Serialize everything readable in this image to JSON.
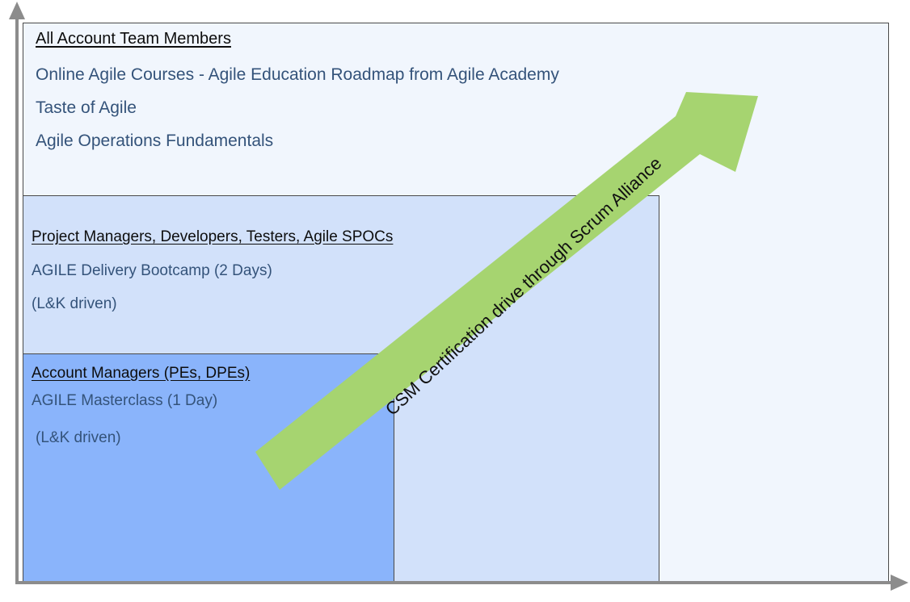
{
  "all_members": {
    "heading": "All Account Team Members",
    "items": [
      "Online Agile Courses - Agile Education Roadmap from Agile Academy",
      "Taste of Agile",
      "Agile Operations Fundamentals"
    ]
  },
  "project_team": {
    "heading": "Project Managers, Developers, Testers, Agile SPOCs",
    "items": [
      "AGILE Delivery Bootcamp  (2 Days)",
      "(L&K driven)"
    ]
  },
  "account_managers": {
    "heading": "Account Managers (PEs, DPEs)",
    "items": [
      "AGILE  Masterclass  (1 Day)",
      "(L&K driven)"
    ]
  },
  "arrow": {
    "label": "CSM  Certification drive through Scrum Alliance",
    "color": "#a6d470"
  },
  "colors": {
    "outer_box": "#f1f6fd",
    "middle_box": "#d2e1fa",
    "inner_box": "#8ab4fb",
    "axis": "#8c8c8c",
    "item_text": "#34537a",
    "heading_text": "#0d0d0d"
  }
}
